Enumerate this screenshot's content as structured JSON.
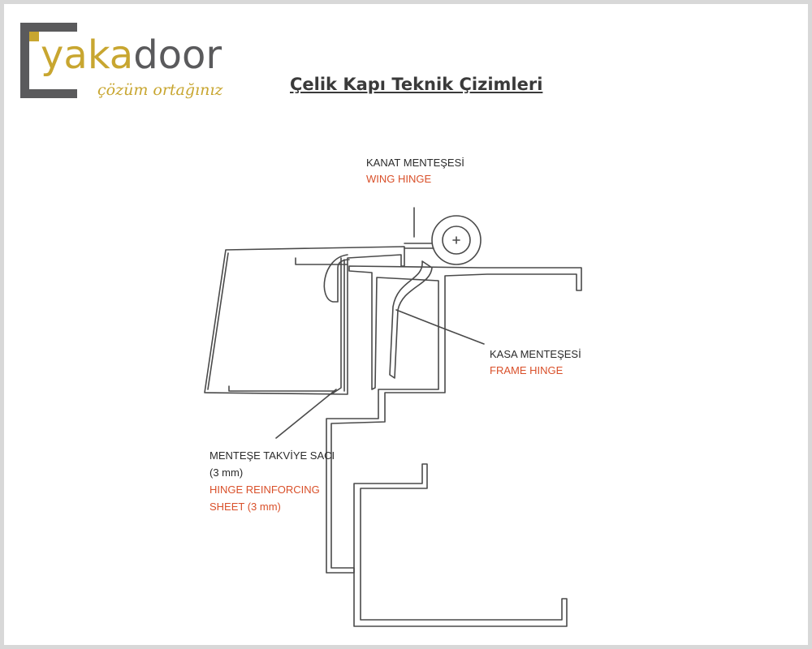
{
  "logo": {
    "word_gold": "yaka",
    "word_grey": "door",
    "tagline": "çözüm ortağınız",
    "colors": {
      "gold": "#c8a630",
      "grey": "#5a5a5c"
    }
  },
  "title": "Çelik Kapı Teknik Çizimleri",
  "labels": {
    "wing_hinge": {
      "tr": "KANAT MENTEŞESİ",
      "en": "WING HINGE"
    },
    "frame_hinge": {
      "tr": "KASA MENTEŞESİ",
      "en": "FRAME HINGE"
    },
    "reinforcing": {
      "tr_line1": "MENTEŞE TAKVİYE SACI",
      "tr_line2": "(3 mm)",
      "en_line1": "HINGE REINFORCING",
      "en_line2": "SHEET (3 mm)"
    }
  },
  "colors": {
    "line": "#4a4a4a",
    "label_tr": "#2b2b2b",
    "label_en": "#d9502a"
  }
}
